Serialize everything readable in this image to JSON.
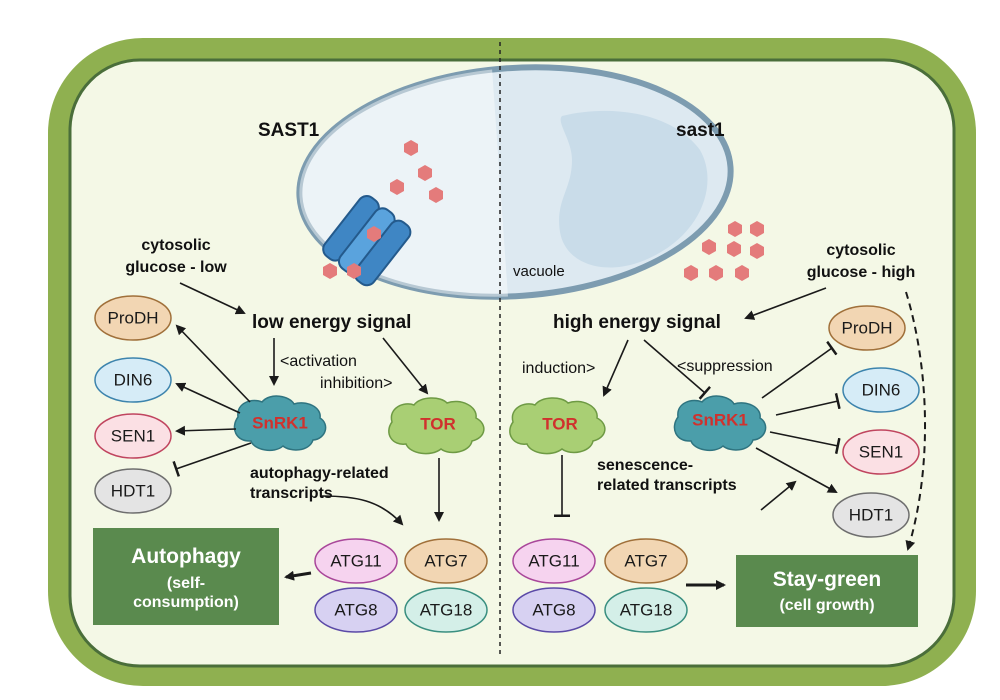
{
  "colors": {
    "cell_wall": "#8fb050",
    "cell_border": "#4a6e3a",
    "cytoplasm": "#f4f8e6",
    "vacuole_fill": "#e2eef6",
    "vacuole_border": "#7d9cb0",
    "hexagon": "#e47b7b",
    "outcome_box": "#5a8a4e",
    "snrk_blob": "#4b9eaa",
    "tor_blob": "#a9cf74",
    "prodh": "#f2d6b3",
    "din6": "#d6ecf7",
    "sen1": "#fbe0e4",
    "hdt1": "#e4e4e4",
    "atg11": "#f6d3ef",
    "atg7": "#f2d6b3",
    "atg8": "#d7d1f2",
    "atg18": "#d4efe8"
  },
  "left": {
    "genotype": "SAST1",
    "glucose_line1": "cytosolic",
    "glucose_line2": "glucose - low",
    "energy_signal": "low energy signal",
    "activation": "activation",
    "inhibition": "inhibition",
    "snrk": "SnRK1",
    "tor": "TOR",
    "targets": [
      "ProDH",
      "DIN6",
      "SEN1",
      "HDT1"
    ],
    "transcripts_line1": "autophagy-related",
    "transcripts_line2": "transcripts",
    "atg": [
      "ATG11",
      "ATG7",
      "ATG8",
      "ATG18"
    ],
    "outcome_title": "Autophagy",
    "outcome_sub1": "(self-",
    "outcome_sub2": "consumption)"
  },
  "right": {
    "genotype": "sast1",
    "glucose_line1": "cytosolic",
    "glucose_line2": "glucose - high",
    "energy_signal": "high energy signal",
    "induction": "induction",
    "suppression": "suppression",
    "snrk": "SnRK1",
    "tor": "TOR",
    "targets": [
      "ProDH",
      "DIN6",
      "SEN1",
      "HDT1"
    ],
    "transcripts_line1": "senescence-",
    "transcripts_line2": "related transcripts",
    "atg": [
      "ATG11",
      "ATG7",
      "ATG8",
      "ATG18"
    ],
    "outcome_title": "Stay-green",
    "outcome_sub": "(cell growth)"
  },
  "vacuole_label": "vacuole"
}
